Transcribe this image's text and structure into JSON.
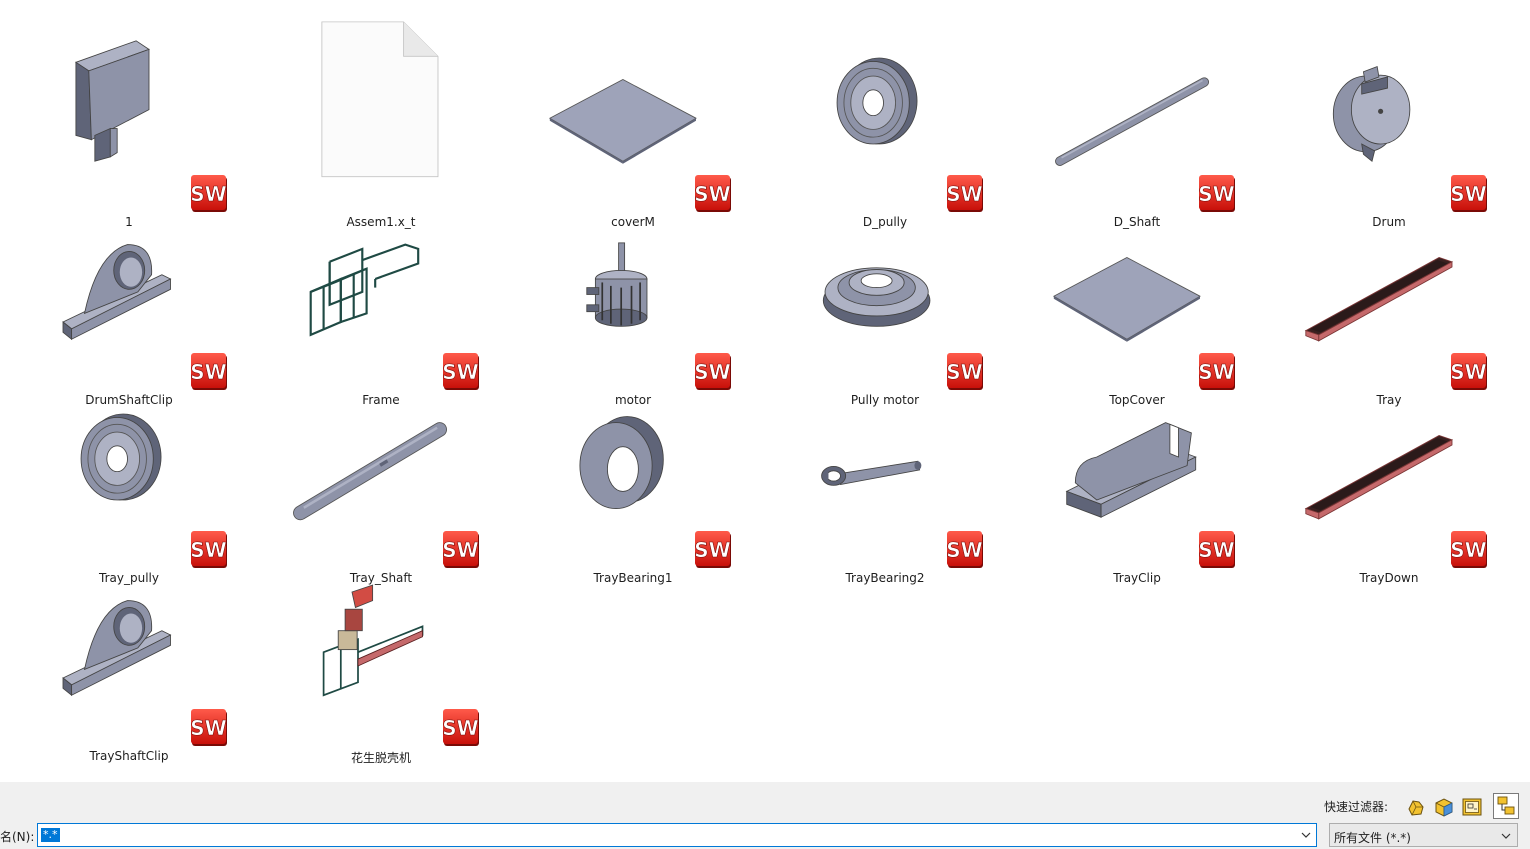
{
  "files": [
    {
      "name": "1",
      "kind": "hopper"
    },
    {
      "name": "Assem1.x_t",
      "kind": "blank-document"
    },
    {
      "name": "coverM",
      "kind": "plate"
    },
    {
      "name": "D_pully",
      "kind": "pulley-wheel"
    },
    {
      "name": "D_Shaft",
      "kind": "shaft"
    },
    {
      "name": "Drum",
      "kind": "drum"
    },
    {
      "name": "DrumShaftClip",
      "kind": "pillow-block"
    },
    {
      "name": "Frame",
      "kind": "frame"
    },
    {
      "name": "motor",
      "kind": "motor"
    },
    {
      "name": "Pully motor",
      "kind": "pulley-flat"
    },
    {
      "name": "TopCover",
      "kind": "plate"
    },
    {
      "name": "Tray",
      "kind": "tray"
    },
    {
      "name": "Tray_pully",
      "kind": "pulley-wheel"
    },
    {
      "name": "Tray_Shaft",
      "kind": "shaft-keyed"
    },
    {
      "name": "TrayBearing1",
      "kind": "bearing-ring"
    },
    {
      "name": "TrayBearing2",
      "kind": "bearing-arm"
    },
    {
      "name": "TrayClip",
      "kind": "tray-clip"
    },
    {
      "name": "TrayDown",
      "kind": "tray"
    },
    {
      "name": "TrayShaftClip",
      "kind": "pillow-block"
    },
    {
      "name": "花生脱壳机",
      "kind": "assembly"
    }
  ],
  "badge_icon": "solidworks-sw-icon",
  "filters": {
    "label": "快速过滤器:",
    "buttons": [
      {
        "icon": "filter-part-icon"
      },
      {
        "icon": "filter-assembly-icon"
      },
      {
        "icon": "filter-drawing-icon"
      },
      {
        "icon": "filter-toplevel-assembly-icon"
      }
    ]
  },
  "filename": {
    "label": "名(N):",
    "value": "*.*"
  },
  "filetype": {
    "value": "所有文件 (*.*)"
  },
  "colors": {
    "part_fill": "#8e93a8",
    "part_dark": "#5f6478",
    "part_light": "#aeb2c4",
    "frame": "#1f4a44",
    "tray_red": "#c5696b",
    "sw_red": "#e2231a",
    "select_blue": "#0078d7"
  }
}
